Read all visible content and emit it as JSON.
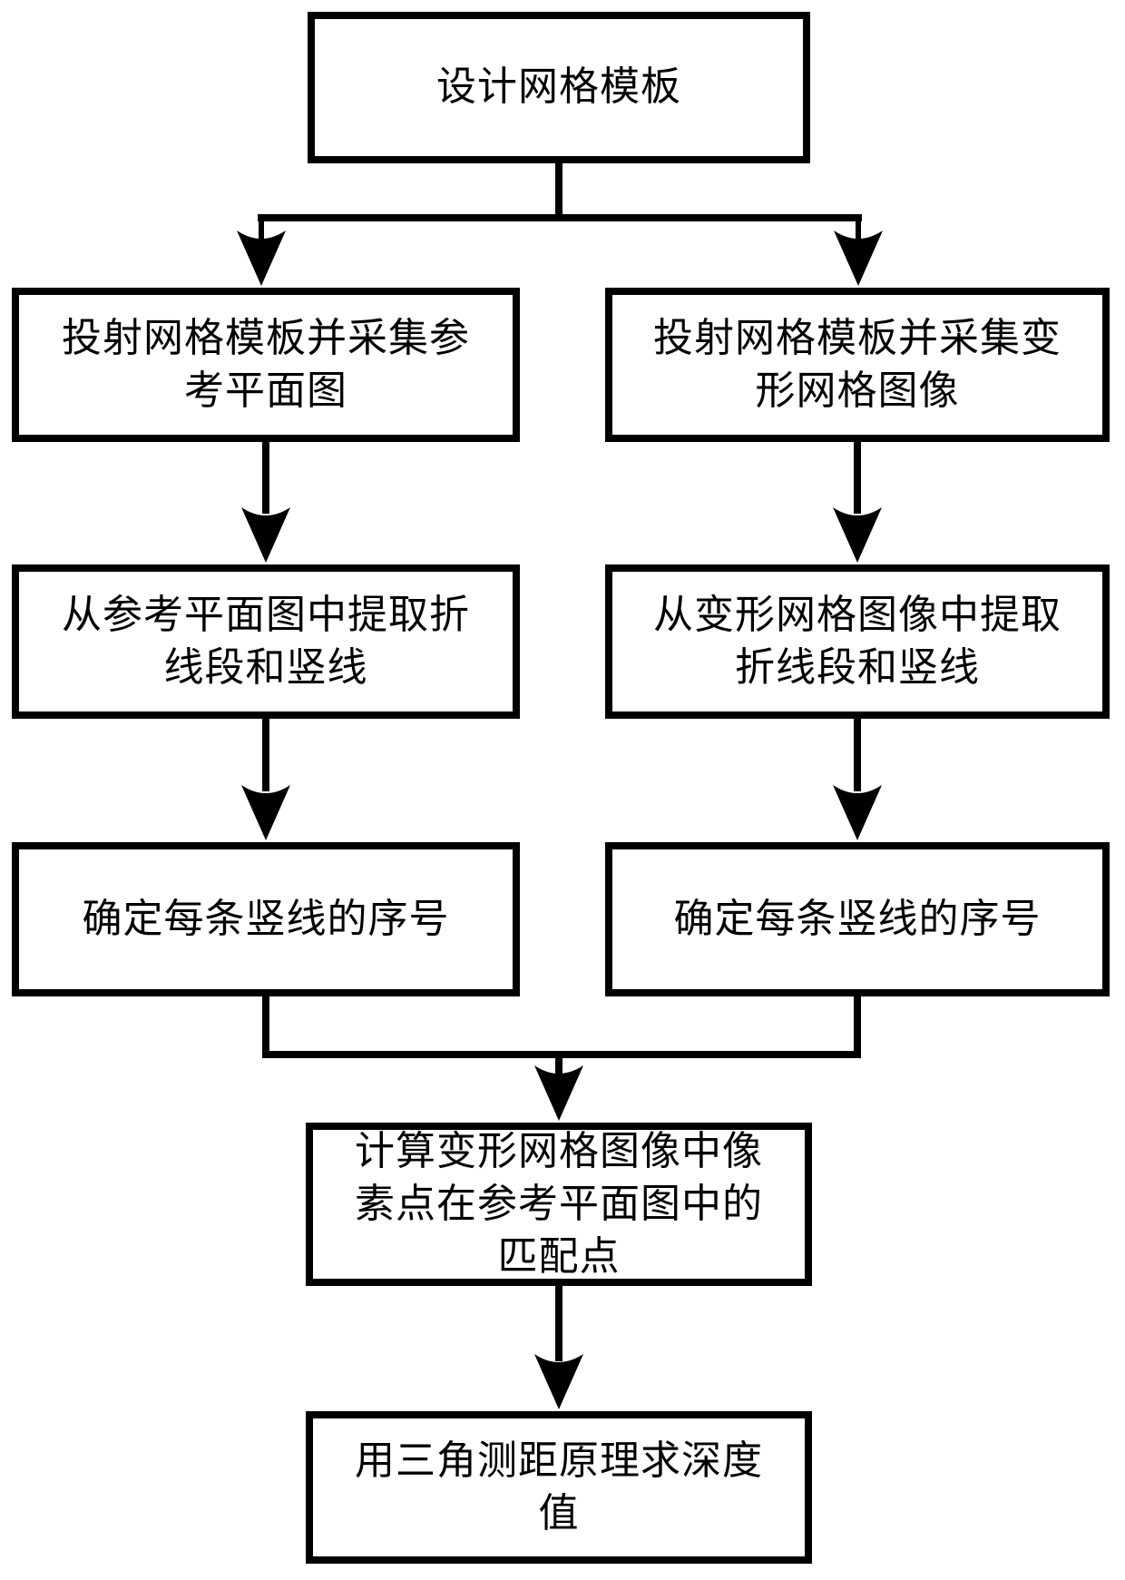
{
  "figure": {
    "background": "#ffffff",
    "line_color": "#000000",
    "box_fill": "#ffffff",
    "box_border_color": "#000000"
  },
  "nodes": [
    {
      "id": "design-grid-template",
      "label": "设计网格模板",
      "lines": [
        "设计网格模板"
      ]
    },
    {
      "id": "project-capture-reference-plane",
      "label": "投射网格模板并采集参考平面图",
      "lines": [
        "投射网格模板并采集参",
        "考平面图"
      ]
    },
    {
      "id": "project-capture-deformed-grid",
      "label": "投射网格模板并采集变形网格图像",
      "lines": [
        "投射网格模板并采集变",
        "形网格图像"
      ]
    },
    {
      "id": "extract-lines-reference",
      "label": "从参考平面图中提取折线段和竖线",
      "lines": [
        "从参考平面图中提取折",
        "线段和竖线"
      ]
    },
    {
      "id": "extract-lines-deformed",
      "label": "从变形网格图像中提取折线段和竖线",
      "lines": [
        "从变形网格图像中提取",
        "折线段和竖线"
      ]
    },
    {
      "id": "number-vertical-lines-reference",
      "label": "确定每条竖线的序号",
      "lines": [
        "确定每条竖线的序号"
      ]
    },
    {
      "id": "number-vertical-lines-deformed",
      "label": "确定每条竖线的序号",
      "lines": [
        "确定每条竖线的序号"
      ]
    },
    {
      "id": "compute-matching-points",
      "label": "计算变形网格图像中像素点在参考平面图中的匹配点",
      "lines": [
        "计算变形网格图像中像",
        "素点在参考平面图中的",
        "匹配点"
      ]
    },
    {
      "id": "triangulation-depth",
      "label": "用三角测距原理求深度值",
      "lines": [
        "用三角测距原理求深度",
        "值"
      ]
    }
  ],
  "edges": [
    {
      "from": "design-grid-template",
      "to": "project-capture-reference-plane"
    },
    {
      "from": "design-grid-template",
      "to": "project-capture-deformed-grid"
    },
    {
      "from": "project-capture-reference-plane",
      "to": "extract-lines-reference"
    },
    {
      "from": "project-capture-deformed-grid",
      "to": "extract-lines-deformed"
    },
    {
      "from": "extract-lines-reference",
      "to": "number-vertical-lines-reference"
    },
    {
      "from": "extract-lines-deformed",
      "to": "number-vertical-lines-deformed"
    },
    {
      "from": "number-vertical-lines-reference",
      "to": "compute-matching-points"
    },
    {
      "from": "number-vertical-lines-deformed",
      "to": "compute-matching-points"
    },
    {
      "from": "compute-matching-points",
      "to": "triangulation-depth"
    }
  ]
}
